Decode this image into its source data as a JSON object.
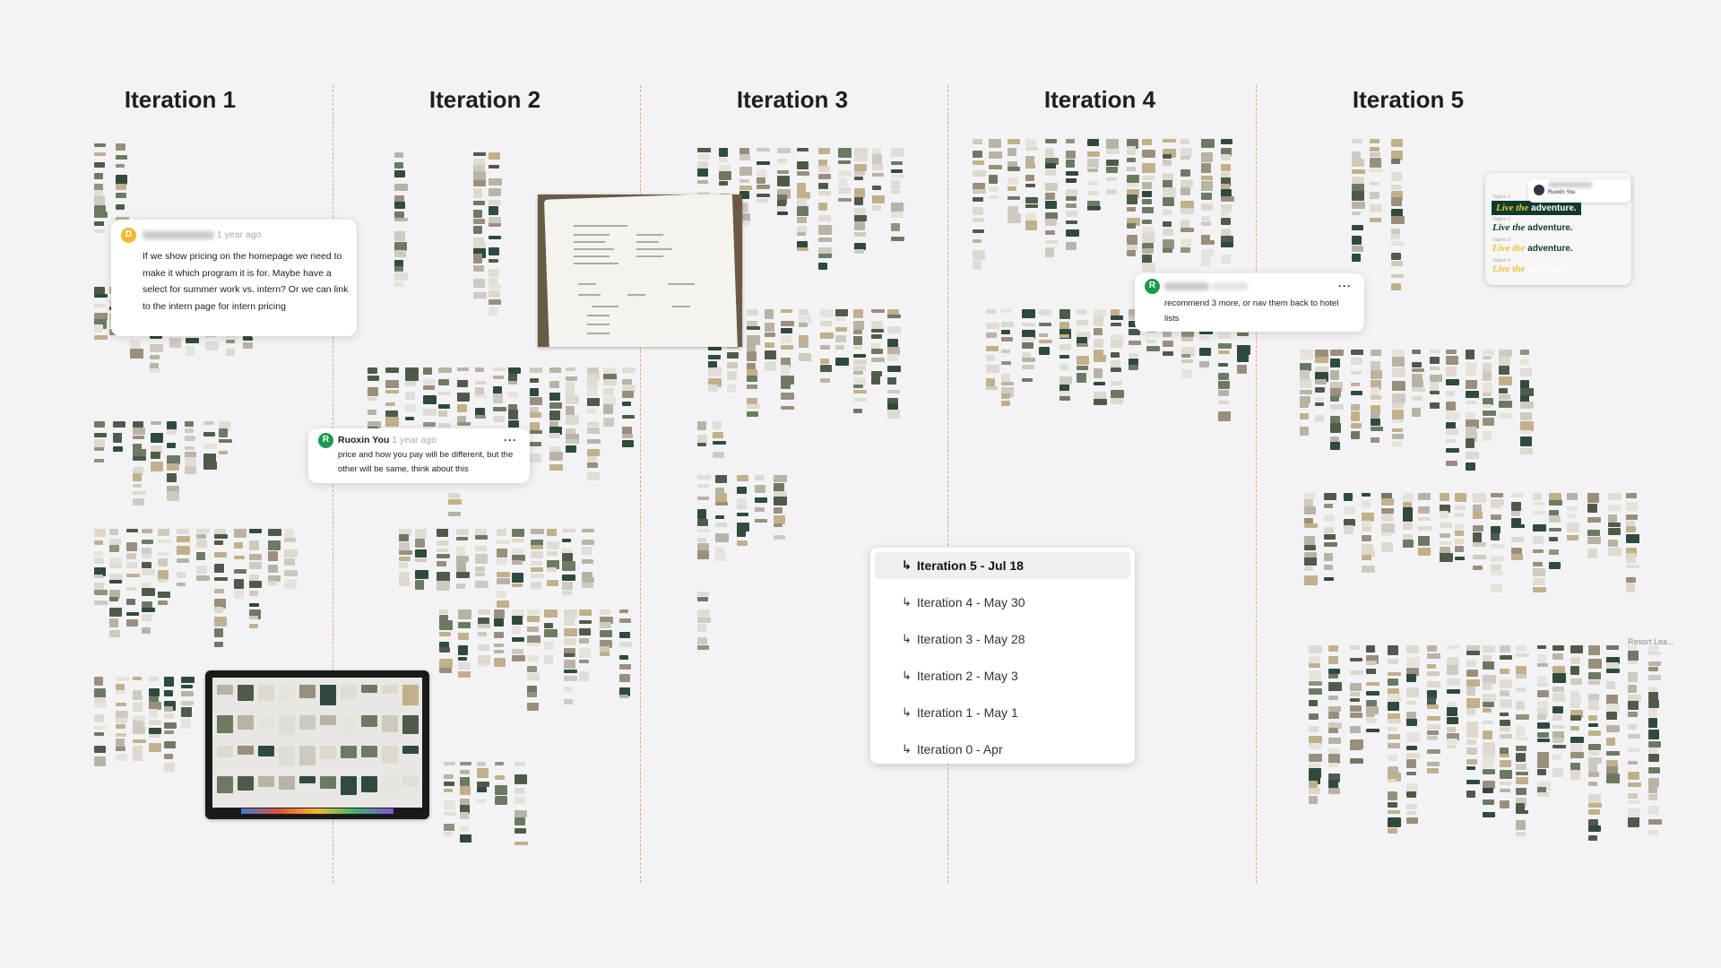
{
  "columns": [
    "Iteration 1",
    "Iteration 2",
    "Iteration 3",
    "Iteration 4",
    "Iteration 5"
  ],
  "comments": [
    {
      "avatar": "D",
      "avatar_color": "#f5b82e",
      "time": "1 year ago",
      "text": "If we show pricing on the homepage we need to make it which program it is for. Maybe have a select for summer work vs. intern? Or we can link to the intern page for intern pricing"
    },
    {
      "avatar": "R",
      "avatar_color": "#1a9b4b",
      "author": "Ruoxin You",
      "time": "1 year ago",
      "text": "price and how you pay will be different, but the other will be same, think about this",
      "more": "···"
    },
    {
      "avatar": "R",
      "avatar_color": "#1a9b4b",
      "text": "recommend 3 more, or nav them back to hotel lists",
      "more": "···"
    }
  ],
  "page_menu": {
    "arrow": "↳",
    "items": [
      "Iteration 5 - Jul 18",
      "Iteration 4 - May 30",
      "Iteration 3 - May 28",
      "Iteration 2 - May 3",
      "Iteration 1 - May 1",
      "Iteration 0 - Apr"
    ],
    "active_index": 0
  },
  "tagline_card": {
    "author": "Ruoxin You",
    "labels": [
      "Tagline 1",
      "Tagline 2",
      "Tagline 3",
      "Tagline 4"
    ],
    "italic": "Live the",
    "bold": "adventure.",
    "brand_green": "#0f3b2e",
    "brand_yellow": "#f2c230"
  },
  "frame_label": "Resort Lea..."
}
